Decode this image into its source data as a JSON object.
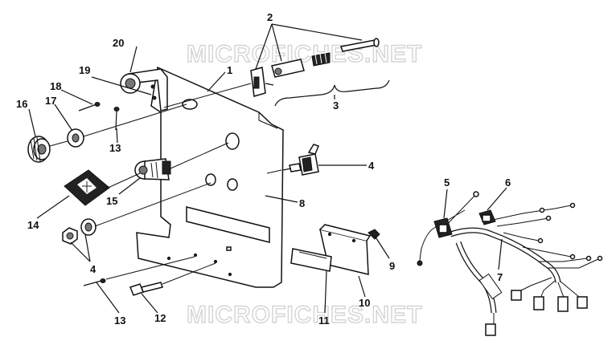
{
  "watermark": "MICROFICHES.NET",
  "callouts": {
    "c1": "1",
    "c2": "2",
    "c3": "3",
    "c4a": "4",
    "c4b": "4",
    "c5": "5",
    "c6": "6",
    "c7": "7",
    "c8": "8",
    "c9": "9",
    "c10": "10",
    "c11": "11",
    "c12": "12",
    "c13a": "13",
    "c13b": "13",
    "c14": "14",
    "c15": "15",
    "c16": "16",
    "c17": "17",
    "c18": "18",
    "c19": "19",
    "c20": "20"
  },
  "colors": {
    "ink": "#111111",
    "paper": "#ffffff",
    "watermark": "#d4d4d4"
  }
}
